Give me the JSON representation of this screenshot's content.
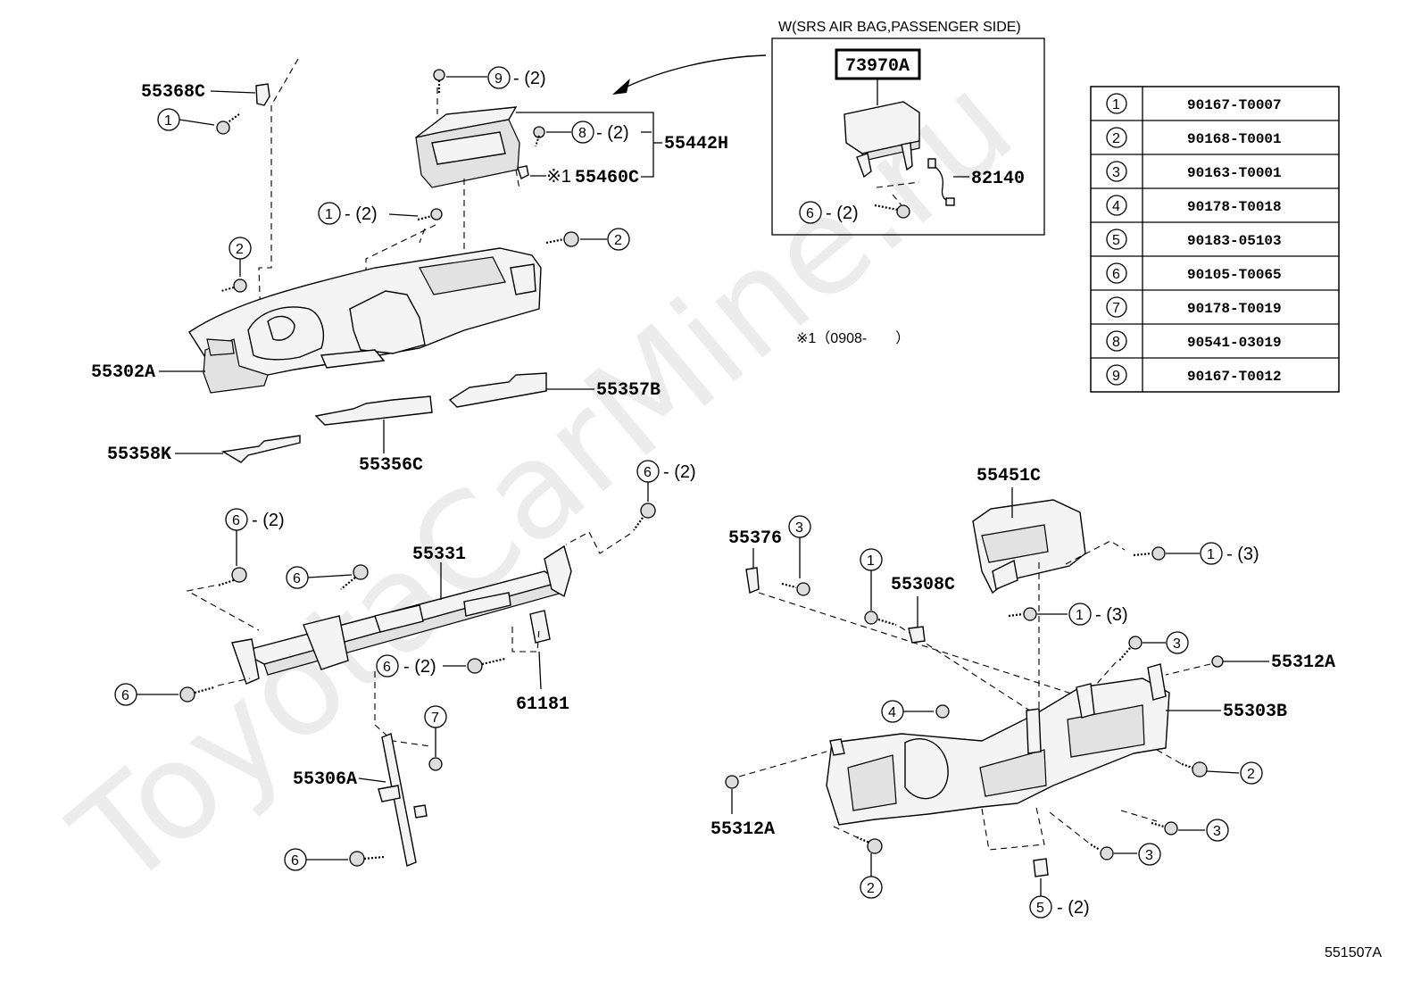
{
  "watermark": "ToyotaCarMine.ru",
  "figure_id": "551507A",
  "inset": {
    "title": "W(SRS AIR BAG,PASSENGER SIDE)",
    "highlight_part": "73970A",
    "wire_part": "82140",
    "fastener_num": "6",
    "fastener_qty": "- (2)"
  },
  "note": "※1（0908-　　）",
  "callouts": {
    "p55368C": "55368C",
    "p55442H": "55442H",
    "p55460C": "55460C",
    "p55460C_mark": "※1",
    "p55302A": "55302A",
    "p55357B": "55357B",
    "p55358K": "55358K",
    "p55356C": "55356C",
    "p55331": "55331",
    "p61181": "61181",
    "p55306A": "55306A",
    "p55451C": "55451C",
    "p55376": "55376",
    "p55308C": "55308C",
    "p55312A_r": "55312A",
    "p55303B": "55303B",
    "p55312A_b": "55312A"
  },
  "circle_refs": {
    "c1": {
      "num": "1",
      "qty": ""
    },
    "c2": {
      "num": "9",
      "qty": "- (2)"
    },
    "c3": {
      "num": "8",
      "qty": "- (2)"
    },
    "c4": {
      "num": "1",
      "qty": "- (2)"
    },
    "c5": {
      "num": "2",
      "qty": ""
    },
    "c6": {
      "num": "2",
      "qty": ""
    },
    "c7": {
      "num": "6",
      "qty": "- (2)"
    },
    "c8": {
      "num": "6",
      "qty": "- (2)"
    },
    "c9": {
      "num": "6",
      "qty": ""
    },
    "c10": {
      "num": "6",
      "qty": "- (2)"
    },
    "c11": {
      "num": "6",
      "qty": ""
    },
    "c12": {
      "num": "7",
      "qty": ""
    },
    "c13": {
      "num": "6",
      "qty": ""
    },
    "c14": {
      "num": "3",
      "qty": ""
    },
    "c15": {
      "num": "1",
      "qty": ""
    },
    "c16": {
      "num": "1",
      "qty": "- (3)"
    },
    "c17": {
      "num": "1",
      "qty": "- (3)"
    },
    "c18": {
      "num": "3",
      "qty": ""
    },
    "c19": {
      "num": "4",
      "qty": ""
    },
    "c20": {
      "num": "2",
      "qty": ""
    },
    "c21": {
      "num": "3",
      "qty": ""
    },
    "c22": {
      "num": "3",
      "qty": ""
    },
    "c23": {
      "num": "2",
      "qty": ""
    },
    "c24": {
      "num": "5",
      "qty": "- (2)"
    }
  },
  "legend": [
    {
      "num": "1",
      "part": "90167-T0007"
    },
    {
      "num": "2",
      "part": "90168-T0001"
    },
    {
      "num": "3",
      "part": "90163-T0001"
    },
    {
      "num": "4",
      "part": "90178-T0018"
    },
    {
      "num": "5",
      "part": "90183-05103"
    },
    {
      "num": "6",
      "part": "90105-T0065"
    },
    {
      "num": "7",
      "part": "90178-T0019"
    },
    {
      "num": "8",
      "part": "90541-03019"
    },
    {
      "num": "9",
      "part": "90167-T0012"
    }
  ]
}
